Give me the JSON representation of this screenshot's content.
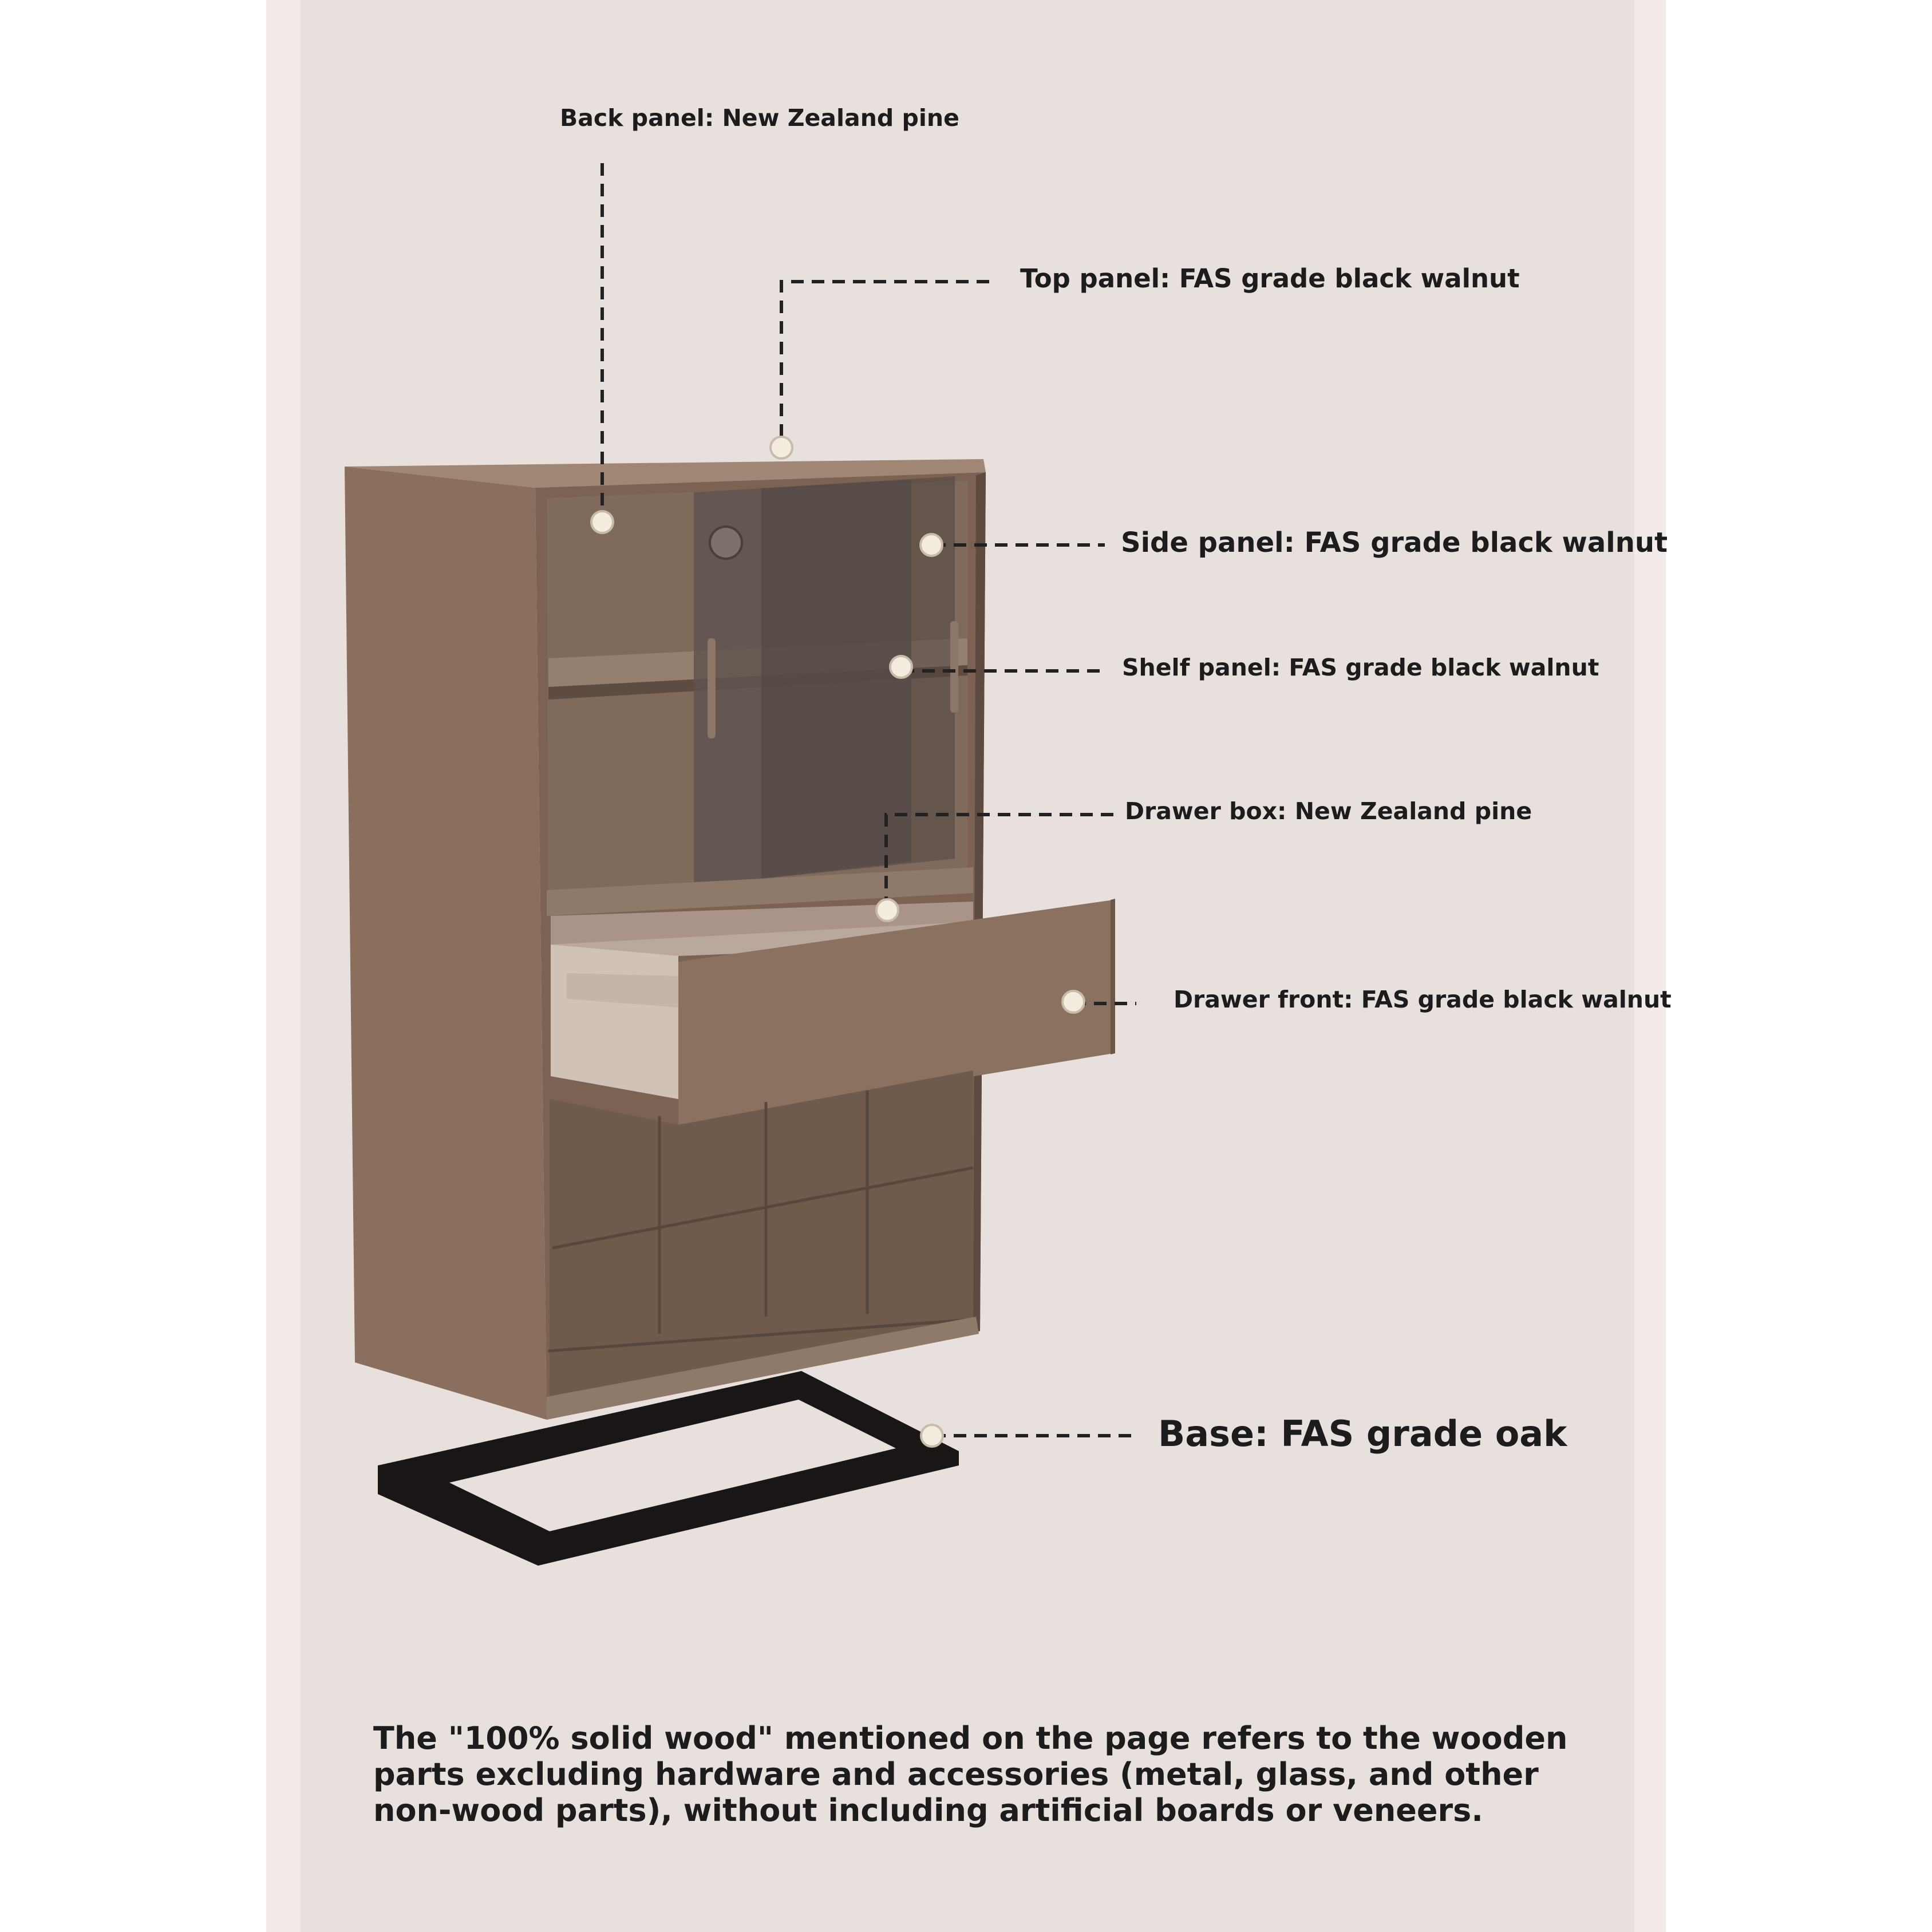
{
  "labels": {
    "back_panel": "Back panel: New Zealand pine",
    "top_panel": "Top panel: FAS grade black walnut",
    "side_panel": "Side panel: FAS grade black walnut",
    "shelf_panel": "Shelf panel: FAS grade black walnut",
    "drawer_box": "Drawer box: New Zealand pine",
    "drawer_front": "Drawer front: FAS grade black walnut",
    "base": "Base: FAS grade oak"
  },
  "note": "The \"100% solid wood\" mentioned on the page refers to the wooden parts excluding hardware and accessories (metal, glass, and other non-wood parts), without including artificial boards or veneers.",
  "colors": {
    "outer_background": "#f3ebe9",
    "panel_background": "#e8e0dd",
    "cabinet_wood": "#8c7260",
    "glass_door": "#6e625b",
    "base_frame": "#1a1616",
    "text": "#1c1c1c"
  }
}
